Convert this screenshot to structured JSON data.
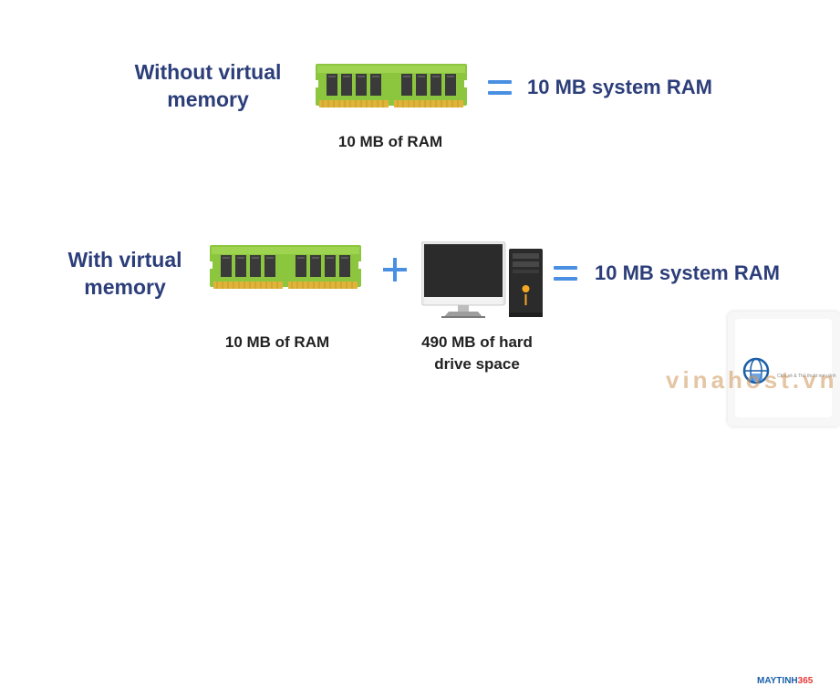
{
  "row1": {
    "label": "Without virtual memory",
    "ram_caption": "10 MB of RAM",
    "operator": "=",
    "result": "10 MB system RAM"
  },
  "row2": {
    "label": "With virtual memory",
    "ram_caption": "10 MB of RAM",
    "operator_plus": "+",
    "disk_caption": "490 MB of hard drive space",
    "operator_eq": "=",
    "result": "10 MB system RAM"
  },
  "watermark": {
    "brand": "MAYTINH",
    "brand_num": "365",
    "tagline": "Chia sẻ & Thủ thuật máy tính",
    "overlay_text": "vinahost.vn"
  },
  "colors": {
    "label_blue": "#2c3e7a",
    "operator_blue": "#4a90e2",
    "ram_green": "#8cc63f",
    "ram_chip": "#3a3a3a",
    "ram_gold": "#e0b43a"
  },
  "icons": [
    "ram-module-icon",
    "computer-tower-icon",
    "monitor-icon"
  ]
}
